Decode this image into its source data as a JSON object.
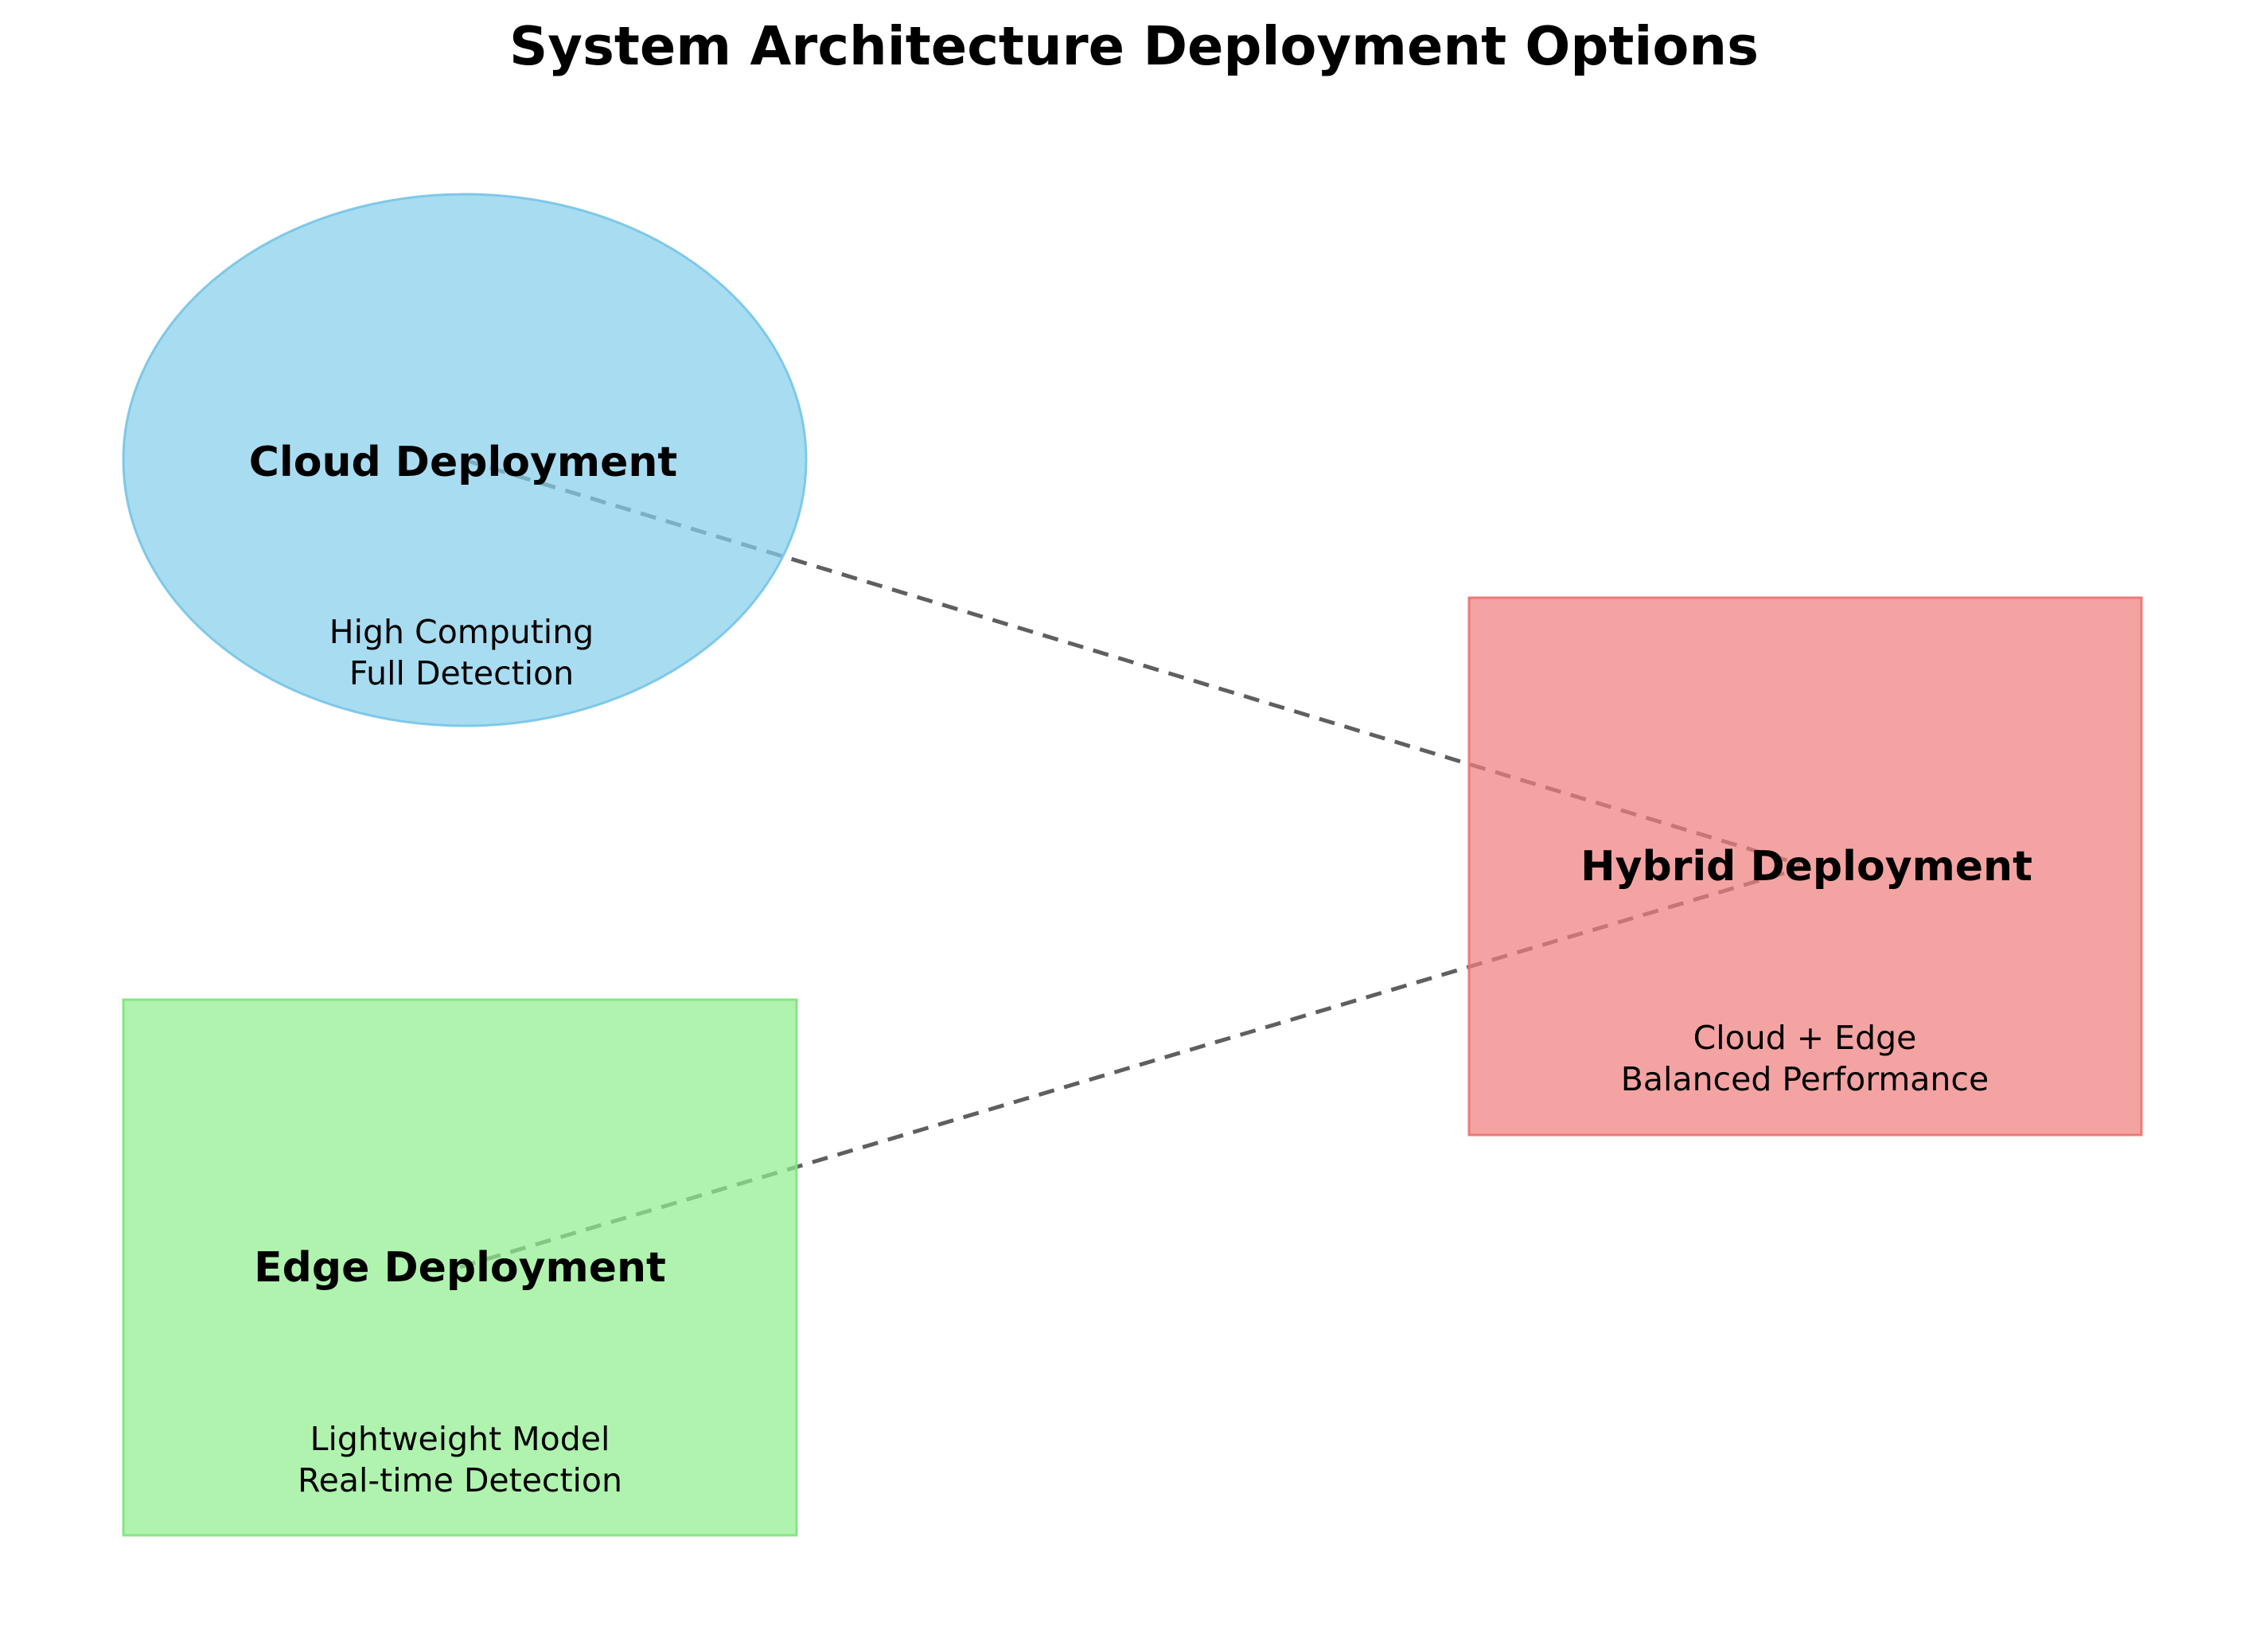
{
  "title": "System Architecture Deployment Options",
  "styles": {
    "background": "#ffffff",
    "text_color": "#000000",
    "connector": {
      "color": "#5f5f5f",
      "dash": "20 13",
      "width": "5"
    }
  },
  "nodes": {
    "cloud": {
      "label": "Cloud Deployment",
      "sub1": "High Computing",
      "sub2": "Full Detection",
      "shape": "ellipse",
      "base_color": "#87CEEB",
      "fill": "rgba(135,206,235,0.72)",
      "border": "rgba(118,196,229,0.9)"
    },
    "edge": {
      "label": "Edge Deployment",
      "sub1": "Lightweight Model",
      "sub2": "Real-time Detection",
      "shape": "rect",
      "base_color": "#90EE90",
      "fill": "rgba(144,238,144,0.72)",
      "border": "rgba(126,226,126,0.9)"
    },
    "hybrid": {
      "label": "Hybrid Deployment",
      "sub1": "Cloud + Edge",
      "sub2": "Balanced Performance",
      "shape": "rect",
      "base_color": "#F08080",
      "fill": "rgba(240,128,128,0.72)",
      "border": "rgba(236,112,112,0.9)"
    }
  },
  "connections": [
    {
      "from": "cloud",
      "to": "hybrid",
      "style": "dashed"
    },
    {
      "from": "edge",
      "to": "hybrid",
      "style": "dashed"
    }
  ]
}
